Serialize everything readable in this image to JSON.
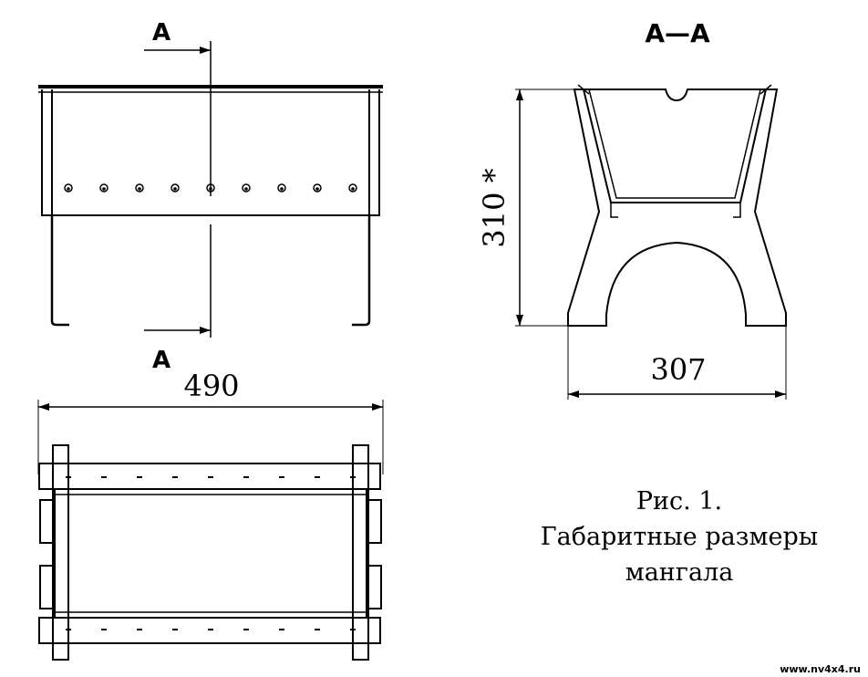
{
  "section_marker": "A",
  "section_title": "A—A",
  "dimensions": {
    "width_front": "490",
    "height_section": "310 *",
    "width_section": "307"
  },
  "caption": {
    "line1": "Рис. 1.",
    "line2": "Габаритные размеры",
    "line3": "мангала"
  },
  "watermark": "www.nv4x4.ru",
  "hole_count": 9
}
